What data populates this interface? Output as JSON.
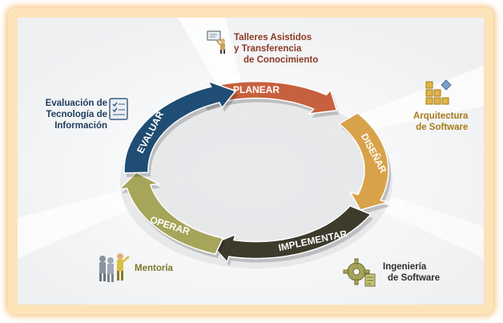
{
  "diagram": {
    "stages": [
      {
        "id": "planear",
        "label": "PLANEAR",
        "color": "#c7603e"
      },
      {
        "id": "disenar",
        "label": "DISEÑAR",
        "color": "#d8a24a"
      },
      {
        "id": "implementar",
        "label": "IMPLEMENTAR",
        "color": "#3d3b2c"
      },
      {
        "id": "operar",
        "label": "OPERAR",
        "color": "#a6a55a"
      },
      {
        "id": "evaluar",
        "label": "EVALUAR",
        "color": "#1f4d73"
      }
    ],
    "annotations": {
      "talleres": {
        "lines": [
          "Talleres Asistidos",
          "y Transferencia",
          "de Conocimiento"
        ],
        "color": "#8b3a24",
        "icon": "presenter-icon"
      },
      "arquitectura": {
        "lines": [
          "Arquitectura",
          "de Software"
        ],
        "color": "#a67a18",
        "icon": "blocks-icon"
      },
      "ingenieria": {
        "lines": [
          "Ingeniería",
          "de Software"
        ],
        "color": "#2f2f2f",
        "icon": "gear-icon"
      },
      "mentoria": {
        "lines": [
          "Mentoría"
        ],
        "color": "#7a7a2a",
        "icon": "people-icon"
      },
      "evaluacion": {
        "lines": [
          "Evaluación de",
          "Tecnología de",
          "Información"
        ],
        "color": "#1f3d5e",
        "icon": "checklist-icon"
      }
    }
  }
}
